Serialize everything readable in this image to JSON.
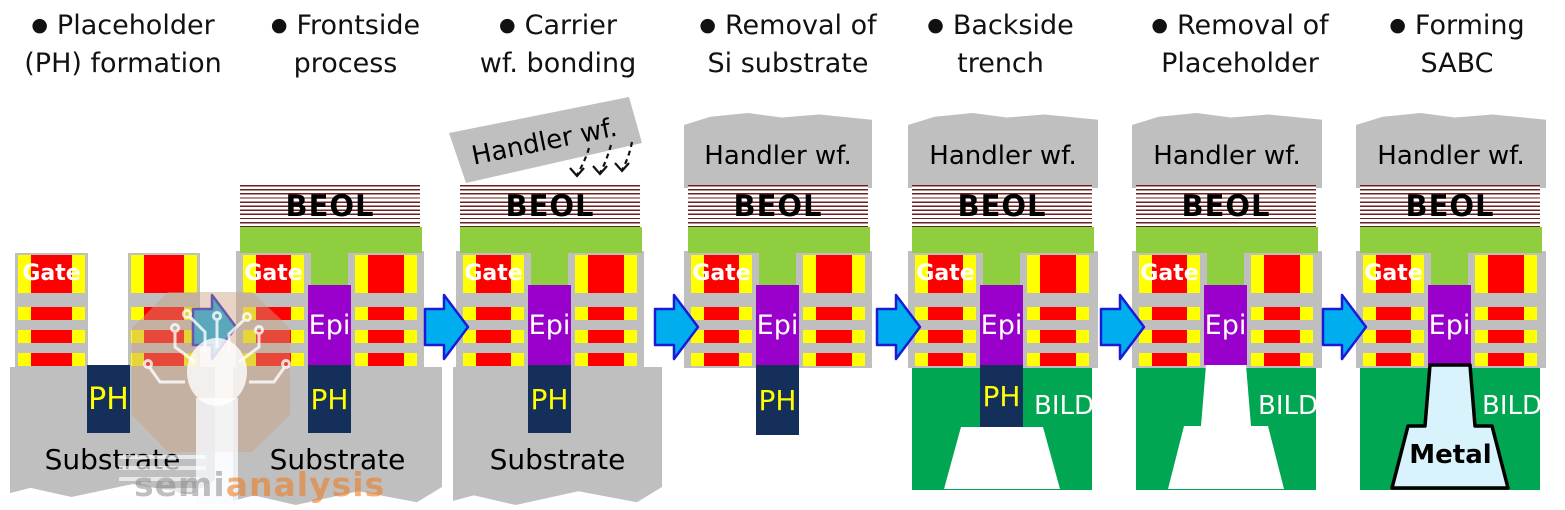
{
  "ui": {
    "bullet": "●"
  },
  "steps": [
    {
      "l1": "Placeholder",
      "l2": "(PH) formation"
    },
    {
      "l1": "Frontside",
      "l2": "process"
    },
    {
      "l1": "Carrier",
      "l2": "wf. bonding"
    },
    {
      "l1": "Removal of",
      "l2": "Si substrate"
    },
    {
      "l1": "Backside",
      "l2": "trench"
    },
    {
      "l1": "Removal of",
      "l2": "Placeholder"
    },
    {
      "l1": "Forming",
      "l2": "SABC"
    }
  ],
  "blocks": {
    "gate": "Gate",
    "epi": "Epi",
    "ph": "PH",
    "beol": "BEOL",
    "substrate": "Substrate",
    "handler_wafer": "Handler wf.",
    "bild": "BILD",
    "metal": "Metal"
  },
  "watermark": {
    "part1": "semi",
    "part2": "analysis"
  },
  "colors": {
    "red": "#FF0000",
    "yellow": "#FFFF00",
    "gray": "#BFBFBF",
    "navy": "#14305A",
    "purple": "#9900CC",
    "beol_stripe": "#6D1F1F",
    "front_green": "#8FCE3E",
    "bild_green": "#00A651",
    "metal_fill": "#D8F3FB",
    "arrow_fill": "#00AEEF",
    "arrow_stroke": "#1A1AD8",
    "wm_tan": "#C9A07E",
    "wm_gray_text": "#8C8C90",
    "wm_orange_text": "#EE7D23"
  }
}
